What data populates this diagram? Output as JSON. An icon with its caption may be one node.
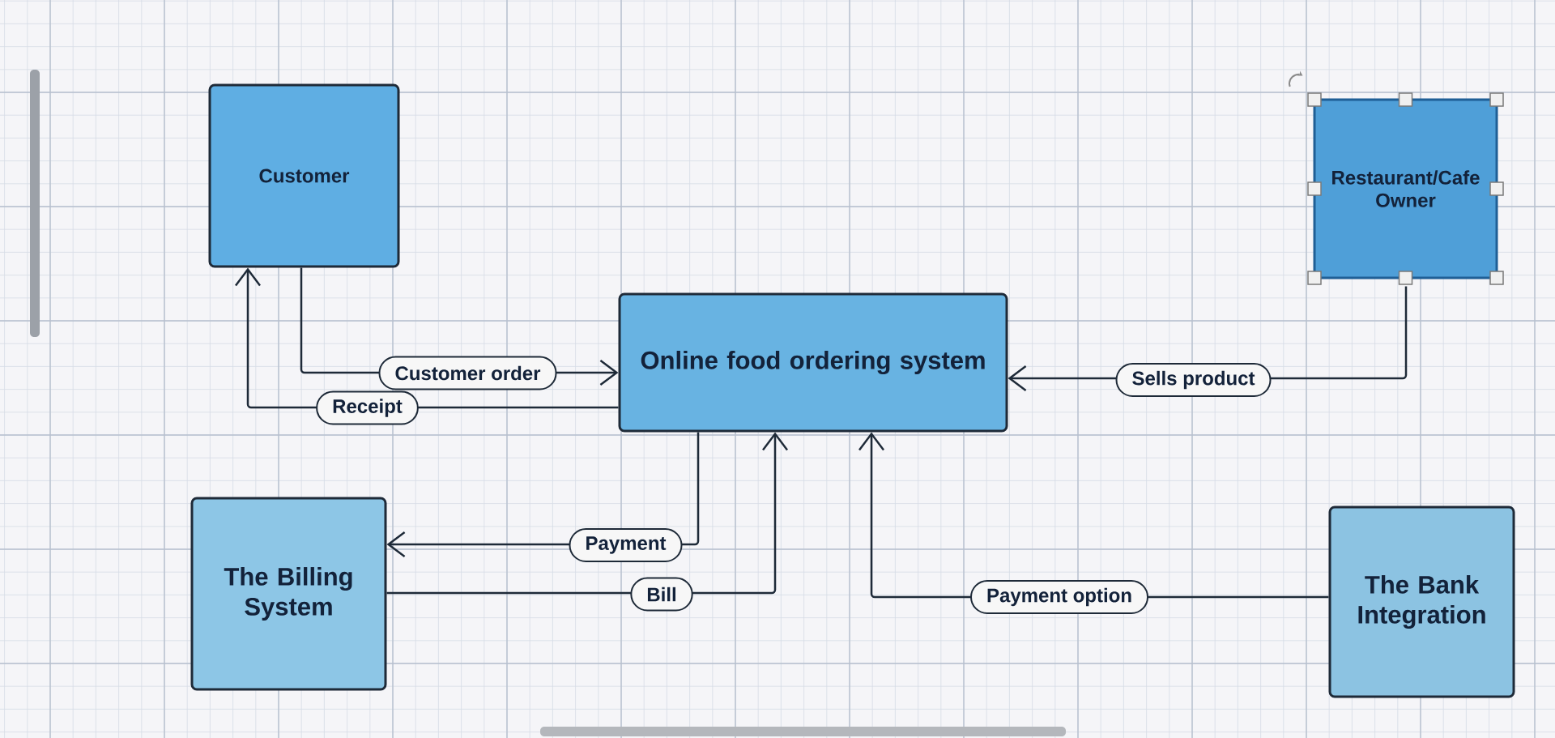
{
  "diagram": {
    "nodes": [
      {
        "text": [
          "Customer"
        ]
      },
      {
        "text": [
          "Restaurant/Cafe Owner"
        ]
      },
      {
        "text": [
          "Online food ordering system"
        ]
      },
      {
        "text": [
          "The Billing System"
        ]
      },
      {
        "text": [
          "The Bank Integration"
        ]
      }
    ],
    "edges": [
      {
        "from": 0,
        "to": 2,
        "arrow": "to",
        "label": "Customer order"
      },
      {
        "from": 2,
        "to": 0,
        "arrow": "to",
        "label": "Receipt"
      },
      {
        "from": 1,
        "to": 2,
        "arrow": "to",
        "label": "Sells product"
      },
      {
        "from": 2,
        "to": 3,
        "arrow": "to",
        "label": "Payment"
      },
      {
        "from": 3,
        "to": 2,
        "arrow": "to",
        "label": "Bill"
      },
      {
        "from": 4,
        "to": 2,
        "arrow": "to",
        "label": "Payment option"
      }
    ]
  }
}
